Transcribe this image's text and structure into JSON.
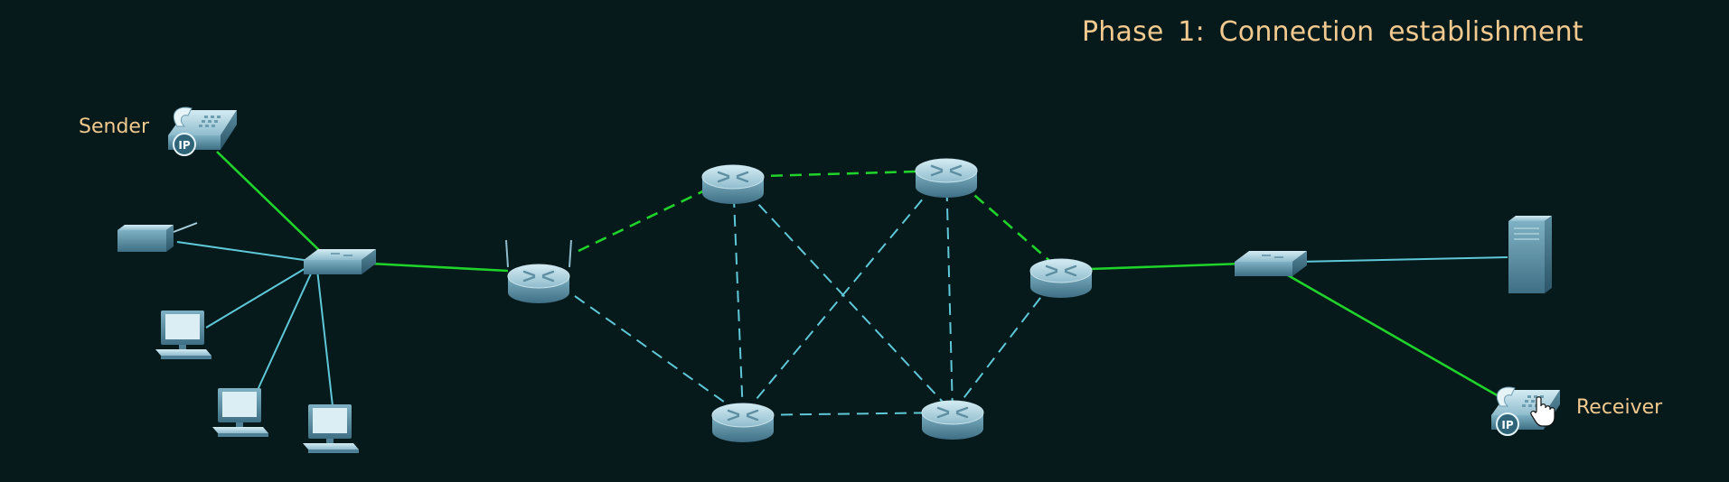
{
  "title": "Phase 1: Connection  establishment",
  "labels": {
    "sender": "Sender",
    "receiver": "Receiver"
  },
  "phone_badge": "IP",
  "colors": {
    "background": "#06191b",
    "active_path": "#1fd32a",
    "inactive_link": "#5ec8d8",
    "label": "#f2c98e",
    "device_body": "#5f95aa",
    "device_top": "#a9cfdc"
  },
  "devices": [
    {
      "id": "sender-phone",
      "type": "ip-phone",
      "icon": "ip-phone-icon",
      "label": "Sender"
    },
    {
      "id": "printer",
      "type": "printer",
      "icon": "printer-icon"
    },
    {
      "id": "switch-left",
      "type": "switch",
      "icon": "switch-icon"
    },
    {
      "id": "pc-1",
      "type": "pc",
      "icon": "computer-icon"
    },
    {
      "id": "pc-2",
      "type": "pc",
      "icon": "computer-icon"
    },
    {
      "id": "pc-3",
      "type": "pc",
      "icon": "computer-icon"
    },
    {
      "id": "wireless-router",
      "type": "wireless-router",
      "icon": "wireless-router-icon"
    },
    {
      "id": "router-top-left",
      "type": "router",
      "icon": "router-icon"
    },
    {
      "id": "router-top-right",
      "type": "router",
      "icon": "router-icon"
    },
    {
      "id": "router-bottom-left",
      "type": "router",
      "icon": "router-icon"
    },
    {
      "id": "router-bottom-right",
      "type": "router",
      "icon": "router-icon"
    },
    {
      "id": "router-right",
      "type": "router",
      "icon": "router-icon"
    },
    {
      "id": "switch-right",
      "type": "switch",
      "icon": "switch-icon"
    },
    {
      "id": "server",
      "type": "server",
      "icon": "server-icon"
    },
    {
      "id": "receiver-phone",
      "type": "ip-phone",
      "icon": "ip-phone-icon",
      "label": "Receiver"
    }
  ],
  "links": [
    {
      "from": "sender-phone",
      "to": "switch-left",
      "style": "solid",
      "active": true
    },
    {
      "from": "switch-left",
      "to": "wireless-router",
      "style": "solid",
      "active": true
    },
    {
      "from": "wireless-router",
      "to": "router-top-left",
      "style": "dashed",
      "active": true
    },
    {
      "from": "router-top-left",
      "to": "router-top-right",
      "style": "dashed",
      "active": true
    },
    {
      "from": "router-top-right",
      "to": "router-right",
      "style": "dashed",
      "active": true
    },
    {
      "from": "router-right",
      "to": "switch-right",
      "style": "solid",
      "active": true
    },
    {
      "from": "switch-right",
      "to": "receiver-phone",
      "style": "solid",
      "active": true
    },
    {
      "from": "printer",
      "to": "switch-left",
      "style": "solid",
      "active": false
    },
    {
      "from": "pc-1",
      "to": "switch-left",
      "style": "solid",
      "active": false
    },
    {
      "from": "pc-2",
      "to": "switch-left",
      "style": "solid",
      "active": false
    },
    {
      "from": "pc-3",
      "to": "switch-left",
      "style": "solid",
      "active": false
    },
    {
      "from": "switch-right",
      "to": "server",
      "style": "solid",
      "active": false
    },
    {
      "from": "wireless-router",
      "to": "router-bottom-left",
      "style": "dashed",
      "active": false
    },
    {
      "from": "router-top-left",
      "to": "router-bottom-left",
      "style": "dashed",
      "active": false
    },
    {
      "from": "router-top-left",
      "to": "router-bottom-right",
      "style": "dashed",
      "active": false
    },
    {
      "from": "router-top-right",
      "to": "router-bottom-left",
      "style": "dashed",
      "active": false
    },
    {
      "from": "router-top-right",
      "to": "router-bottom-right",
      "style": "dashed",
      "active": false
    },
    {
      "from": "router-bottom-left",
      "to": "router-bottom-right",
      "style": "dashed",
      "active": false
    },
    {
      "from": "router-bottom-right",
      "to": "router-right",
      "style": "dashed",
      "active": false
    }
  ],
  "cursor": {
    "icon": "hand-pointer-icon"
  }
}
